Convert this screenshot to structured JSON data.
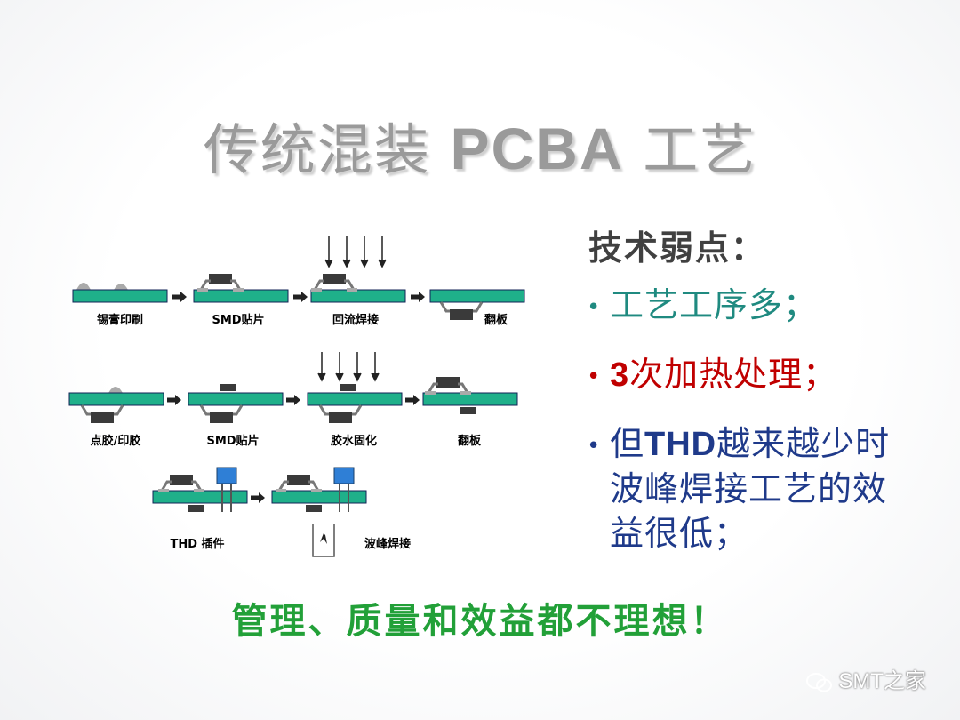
{
  "title": {
    "part1": "传统混装 ",
    "latin": "PCBA",
    "part2": " 工艺"
  },
  "diagram": {
    "row1": [
      "锡膏印刷",
      "SMD贴片",
      "回流焊接",
      "翻板"
    ],
    "row2": [
      "点胶/印胶",
      "SMD贴片",
      "胶水固化",
      "翻板"
    ],
    "row3": [
      "THD 插件",
      "波峰焊接"
    ]
  },
  "weakness": {
    "heading": "技术弱点：",
    "points": [
      {
        "text": "工艺工序多；"
      },
      {
        "num": "3",
        "text": "次加热处理；"
      },
      {
        "pre": "但",
        "bold": "THD",
        "post": "越来越少时波峰焊接工艺的效益很低；"
      }
    ]
  },
  "bottom_text": "管理、质量和效益都不理想！",
  "watermark": "SMT之家",
  "colors": {
    "board": "#1fb08a",
    "component": "#3a3a3a",
    "thd_part": "#2f7fd6",
    "title": "#9a9a9a",
    "bottom": "#22a038"
  }
}
